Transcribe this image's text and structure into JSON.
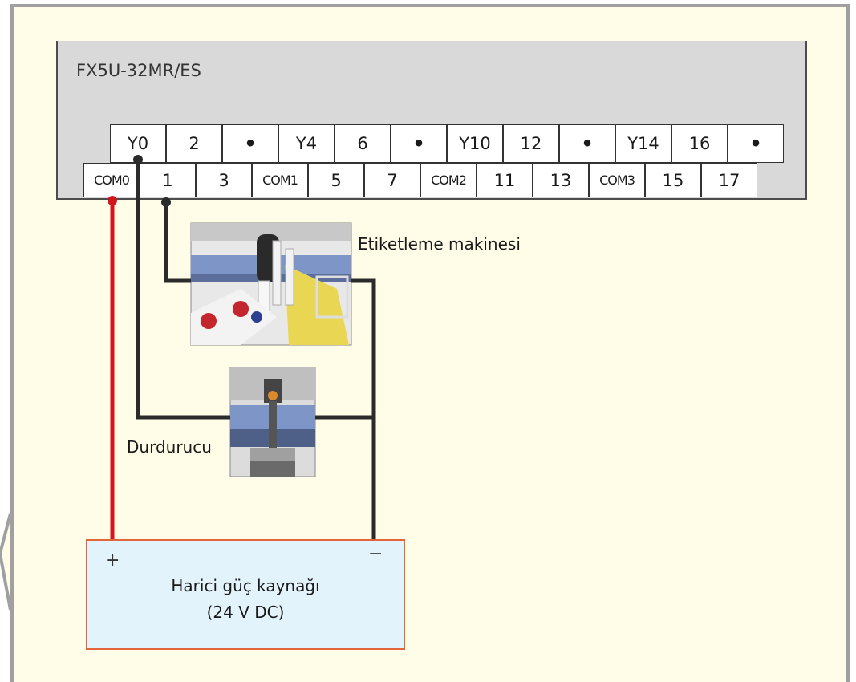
{
  "model": "FX5U-32MR/ES",
  "terminals_top": [
    "Y0",
    "2",
    "•",
    "Y4",
    "6",
    "•",
    "Y10",
    "12",
    "•",
    "Y14",
    "16",
    "•"
  ],
  "terminals_bottom": [
    "COM0",
    "1",
    "3",
    "COM1",
    "5",
    "7",
    "COM2",
    "11",
    "13",
    "COM3",
    "15",
    "17"
  ],
  "devices": {
    "labeler": "Etiketleme makinesi",
    "stopper": "Durdurucu"
  },
  "power_supply": {
    "plus": "+",
    "minus": "−",
    "line1": "Harici güç kaynağı",
    "line2": "(24 V DC)"
  },
  "colors": {
    "positive_wire": "#d2161e",
    "signal_wire": "#2b2b2b",
    "psu_border": "#e3663b",
    "psu_fill": "#e3f3fb",
    "panel_fill": "#fffde8"
  }
}
